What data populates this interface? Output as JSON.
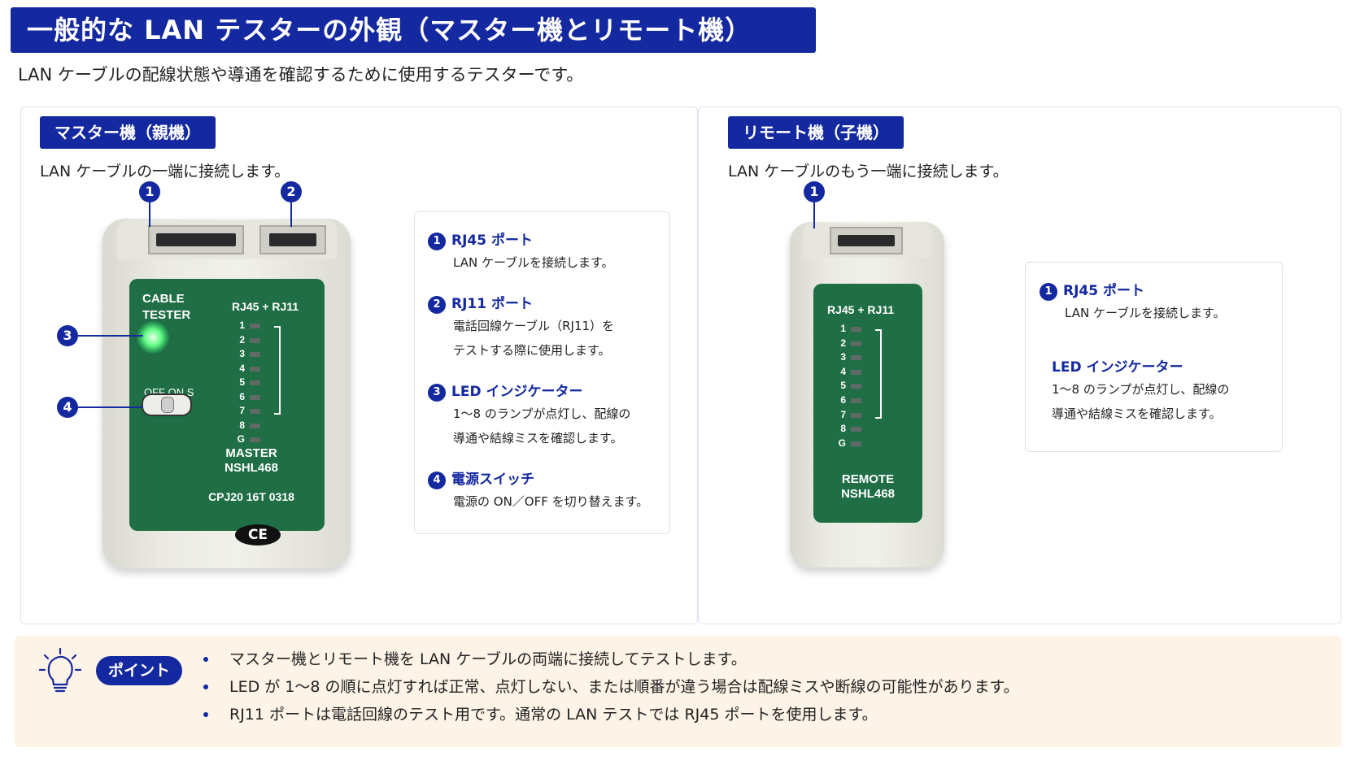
{
  "title": "一般的な LAN テスターの外観（マスター機とリモート機）",
  "subtitle": "LAN ケーブルの配線状態や導通を確認するために使用するテスターです。",
  "master": {
    "badge": "マスター機（親機）",
    "desc": "LAN ケーブルの一端に接続します。",
    "device": {
      "label1": "CABLE",
      "label2": "TESTER",
      "header": "RJ45 + RJ11",
      "switch_label": "OFF ON S",
      "model1": "MASTER",
      "model2": "NSHL468",
      "serial": "CPJ20 16T 0318",
      "ce": "CE",
      "leds": [
        "1",
        "2",
        "3",
        "4",
        "5",
        "6",
        "7",
        "8",
        "G"
      ]
    },
    "callouts": [
      "1",
      "2",
      "3",
      "4"
    ],
    "info": [
      {
        "num": "1",
        "title": "RJ45 ポート",
        "lines": [
          "LAN ケーブルを接続します。"
        ]
      },
      {
        "num": "2",
        "title": "RJ11 ポート",
        "lines": [
          "電話回線ケーブル（RJ11）を",
          "テストする際に使用します。"
        ]
      },
      {
        "num": "3",
        "title": "LED インジケーター",
        "lines": [
          "1～8 のランプが点灯し、配線の",
          "導通や結線ミスを確認します。"
        ]
      },
      {
        "num": "4",
        "title": "電源スイッチ",
        "lines": [
          "電源の ON／OFF を切り替えます。"
        ]
      }
    ]
  },
  "remote": {
    "badge": "リモート機（子機）",
    "desc": "LAN ケーブルのもう一端に接続します。",
    "device": {
      "header": "RJ45 + RJ11",
      "model1": "REMOTE",
      "model2": "NSHL468",
      "leds": [
        "1",
        "2",
        "3",
        "4",
        "5",
        "6",
        "7",
        "8",
        "G"
      ]
    },
    "callouts": [
      "1"
    ],
    "info": [
      {
        "num": "1",
        "title": "RJ45 ポート",
        "lines": [
          "LAN ケーブルを接続します。"
        ]
      },
      {
        "num": "",
        "title": "LED インジケーター",
        "lines": [
          "1～8 のランプが点灯し、配線の",
          "導通や結線ミスを確認します。"
        ]
      }
    ]
  },
  "point": {
    "badge": "ポイント",
    "items": [
      "マスター機とリモート機を LAN ケーブルの両端に接続してテストします。",
      "LED が 1～8 の順に点灯すれば正常、点灯しない、または順番が違う場合は配線ミスや断線の可能性があります。",
      "RJ11 ポートは電話回線のテスト用です。通常の LAN テストでは RJ45 ポートを使用します。"
    ]
  },
  "colors": {
    "accent": "#1428a0",
    "device_panel": "#1f6e45",
    "point_bg": "#fdf3e6",
    "led_glow": "#66ff88"
  }
}
